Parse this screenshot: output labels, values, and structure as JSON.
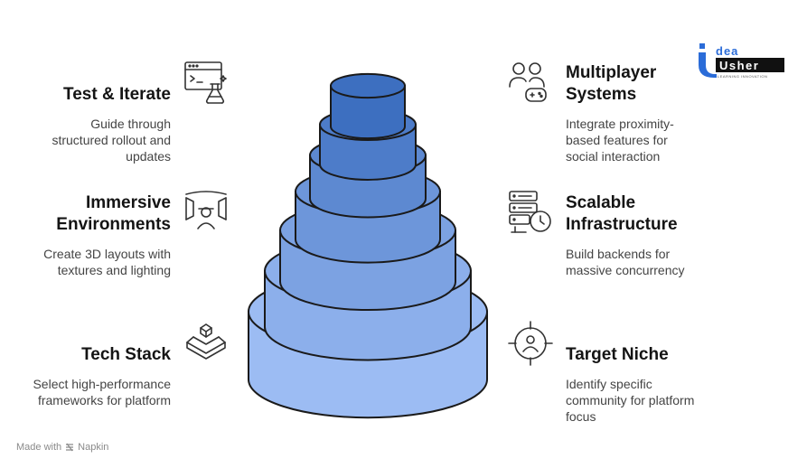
{
  "left_steps": [
    {
      "title": "Test & Iterate",
      "description": "Guide through\nstructured rollout and\nupdates",
      "icon": "browser-flask-icon"
    },
    {
      "title": "Immersive\nEnvironments",
      "description": "Create 3D layouts with\ntextures and lighting",
      "icon": "vr-person-icon"
    },
    {
      "title": "Tech Stack",
      "description": "Select high-performance\nframeworks for platform",
      "icon": "layers-cube-icon"
    }
  ],
  "right_steps": [
    {
      "title": "Multiplayer\nSystems",
      "description": "Integrate proximity-\nbased features for\nsocial interaction",
      "icon": "users-gamepad-icon"
    },
    {
      "title": "Scalable\nInfrastructure",
      "description": "Build backends for\nmassive concurrency",
      "icon": "server-clock-icon"
    },
    {
      "title": "Target Niche",
      "description": "Identify specific\ncommunity for platform\nfocus",
      "icon": "target-person-icon"
    }
  ],
  "brand": {
    "line1": "dea",
    "line2": "Usher",
    "tagline": "LEARNING INNOVATION"
  },
  "footer": {
    "made_with": "Made with",
    "app": "Napkin"
  },
  "colors": {
    "tier_top": "#3d6fc0",
    "tier_bottom": "#9cbcf3",
    "outline": "#1a1a1a",
    "brand_blue": "#2b6cd8"
  }
}
